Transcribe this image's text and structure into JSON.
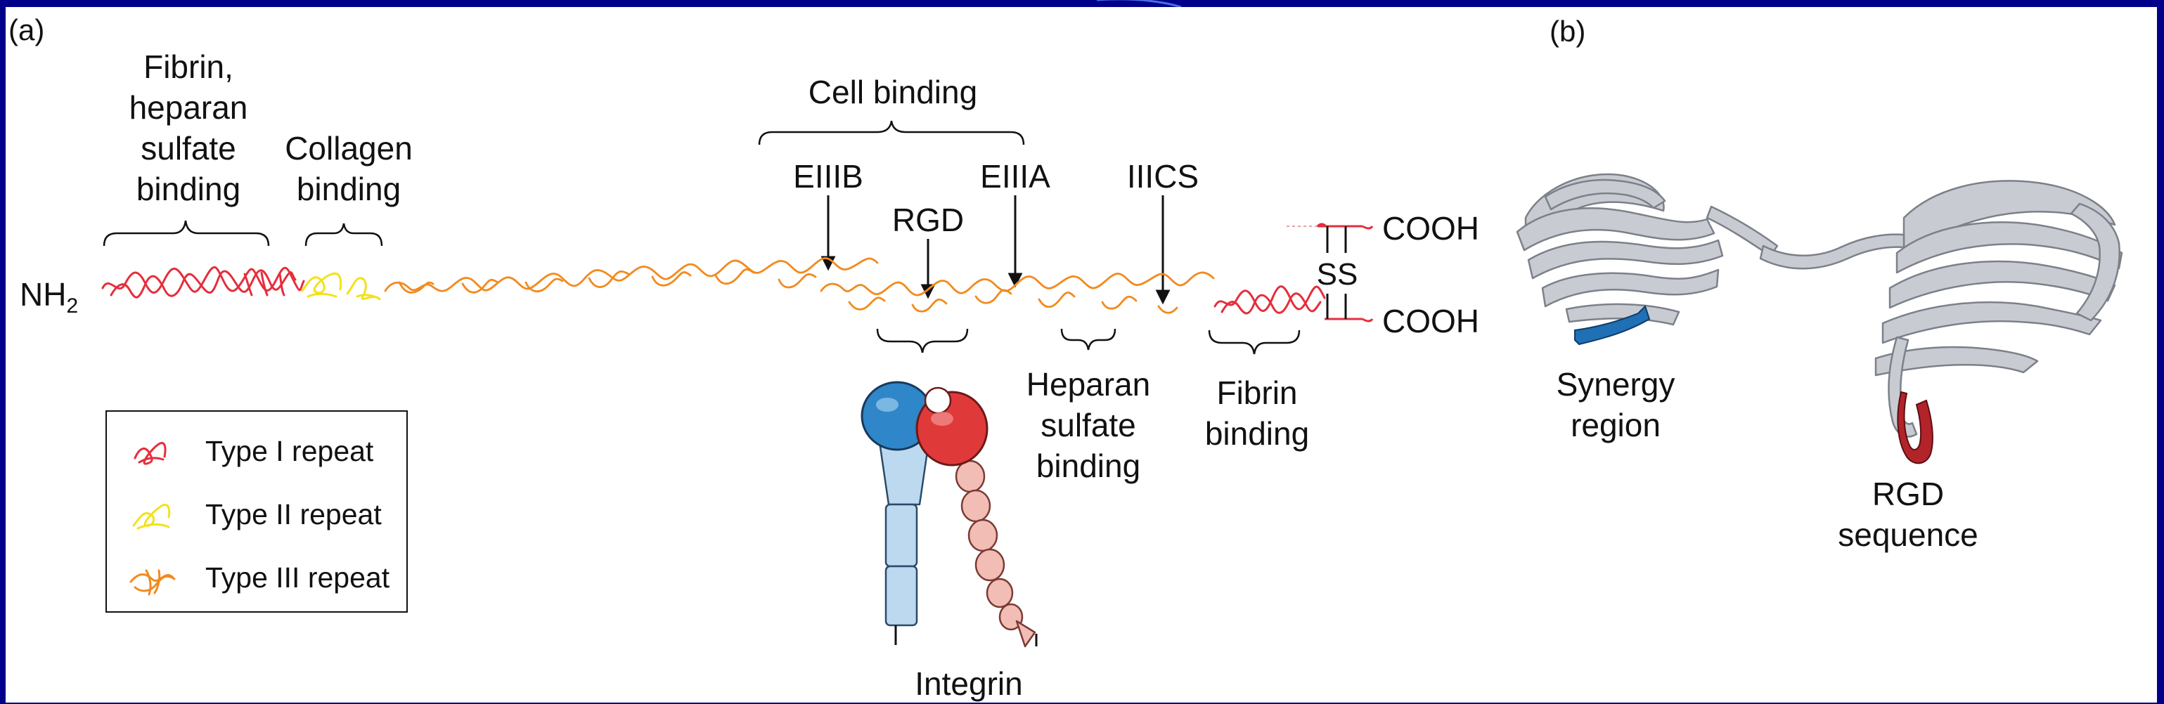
{
  "colors": {
    "background": "#00008a",
    "panel": "#ffffff",
    "type1": "#e52e3c",
    "type2": "#f2e21a",
    "type3": "#f28a1e",
    "integrin_blue": "#2f86c8",
    "integrin_red": "#e0393a",
    "integrin_blue_stalk": "#bcd9ef",
    "integrin_red_stalk": "#f2bdb4",
    "ribbon": "#c8ccd2",
    "synergy": "#1f70b5",
    "rgd": "#b3242a"
  },
  "panel_a": {
    "label": "(a)",
    "nh2": "NH",
    "nh2_sub": "2",
    "fibrin_heparan": "Fibrin,\nheparan\nsulfate\nbinding",
    "collagen": "Collagen\nbinding",
    "cell_binding": "Cell binding",
    "eiiib": "EIIIB",
    "rgd": "RGD",
    "eiiia": "EIIIA",
    "iiics": "IIICS",
    "ss": "SS",
    "cooh_top": "COOH",
    "cooh_bottom": "COOH",
    "heparan": "Heparan\nsulfate\nbinding",
    "fibrin": "Fibrin\nbinding",
    "integrin": "Integrin"
  },
  "legend": {
    "items": [
      {
        "label": "Type I repeat",
        "icon": "type-i-repeat-icon"
      },
      {
        "label": "Type II repeat",
        "icon": "type-ii-repeat-icon"
      },
      {
        "label": "Type III repeat",
        "icon": "type-iii-repeat-icon"
      }
    ]
  },
  "panel_b": {
    "label": "(b)",
    "synergy": "Synergy\nregion",
    "rgd_sequence": "RGD\nsequence"
  }
}
